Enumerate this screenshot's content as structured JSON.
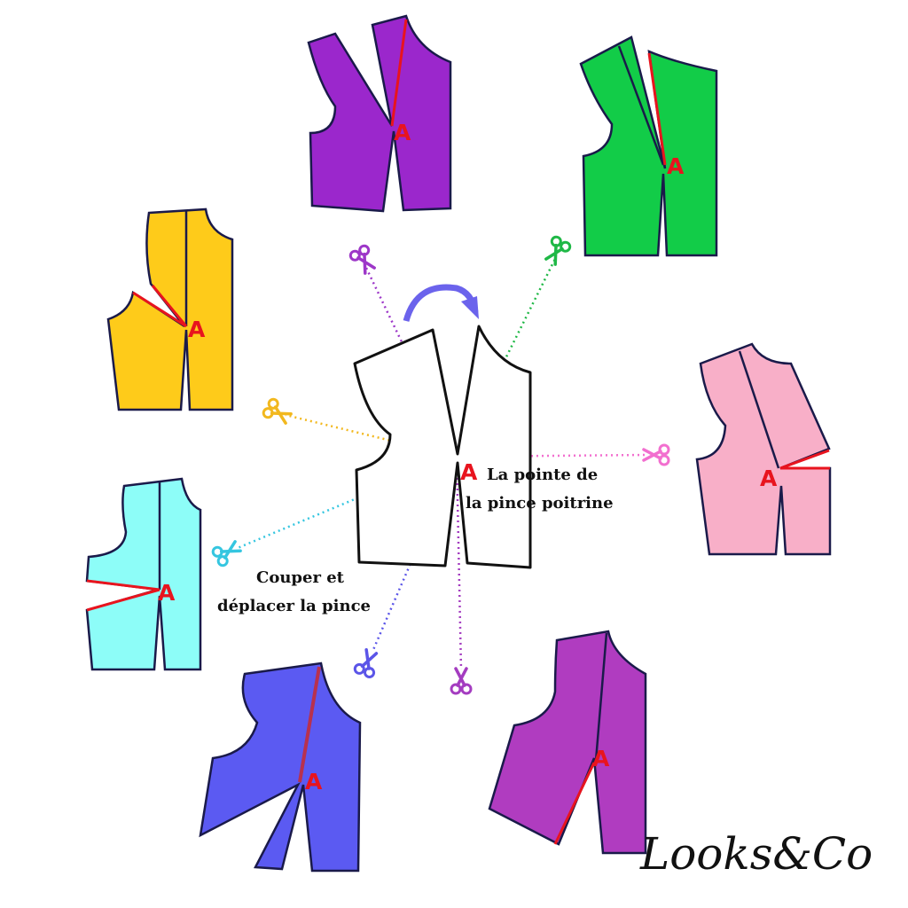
{
  "point_label": "A",
  "center_caption": [
    "La pointe de",
    "la pince poitrine"
  ],
  "cut_caption": [
    "Couper et",
    "déplacer la pince"
  ],
  "logo": "Looks&Co",
  "colors": {
    "outline": "#1a1a4a",
    "dart_line": "#e8141e",
    "label": "#e8141e",
    "rotate_arrow": "#6b63ec"
  },
  "variants": [
    {
      "name": "purple-top",
      "fill": "#9b27cc"
    },
    {
      "name": "green",
      "fill": "#12cc48"
    },
    {
      "name": "yellow",
      "fill": "#fecb1a"
    },
    {
      "name": "pink",
      "fill": "#f8afc8"
    },
    {
      "name": "cyan",
      "fill": "#8dfdf8"
    },
    {
      "name": "blue",
      "fill": "#5b5af2"
    },
    {
      "name": "purple-bottom",
      "fill": "#b03cc0"
    }
  ],
  "cut_lines": [
    {
      "name": "purple",
      "color": "#9d37c8"
    },
    {
      "name": "green",
      "color": "#1fb846"
    },
    {
      "name": "yellow",
      "color": "#f2b81e"
    },
    {
      "name": "pink",
      "color": "#f26fcf"
    },
    {
      "name": "cyan",
      "color": "#35c6e0"
    },
    {
      "name": "blue",
      "color": "#5b55e8"
    },
    {
      "name": "violet",
      "color": "#a43cc0"
    }
  ]
}
